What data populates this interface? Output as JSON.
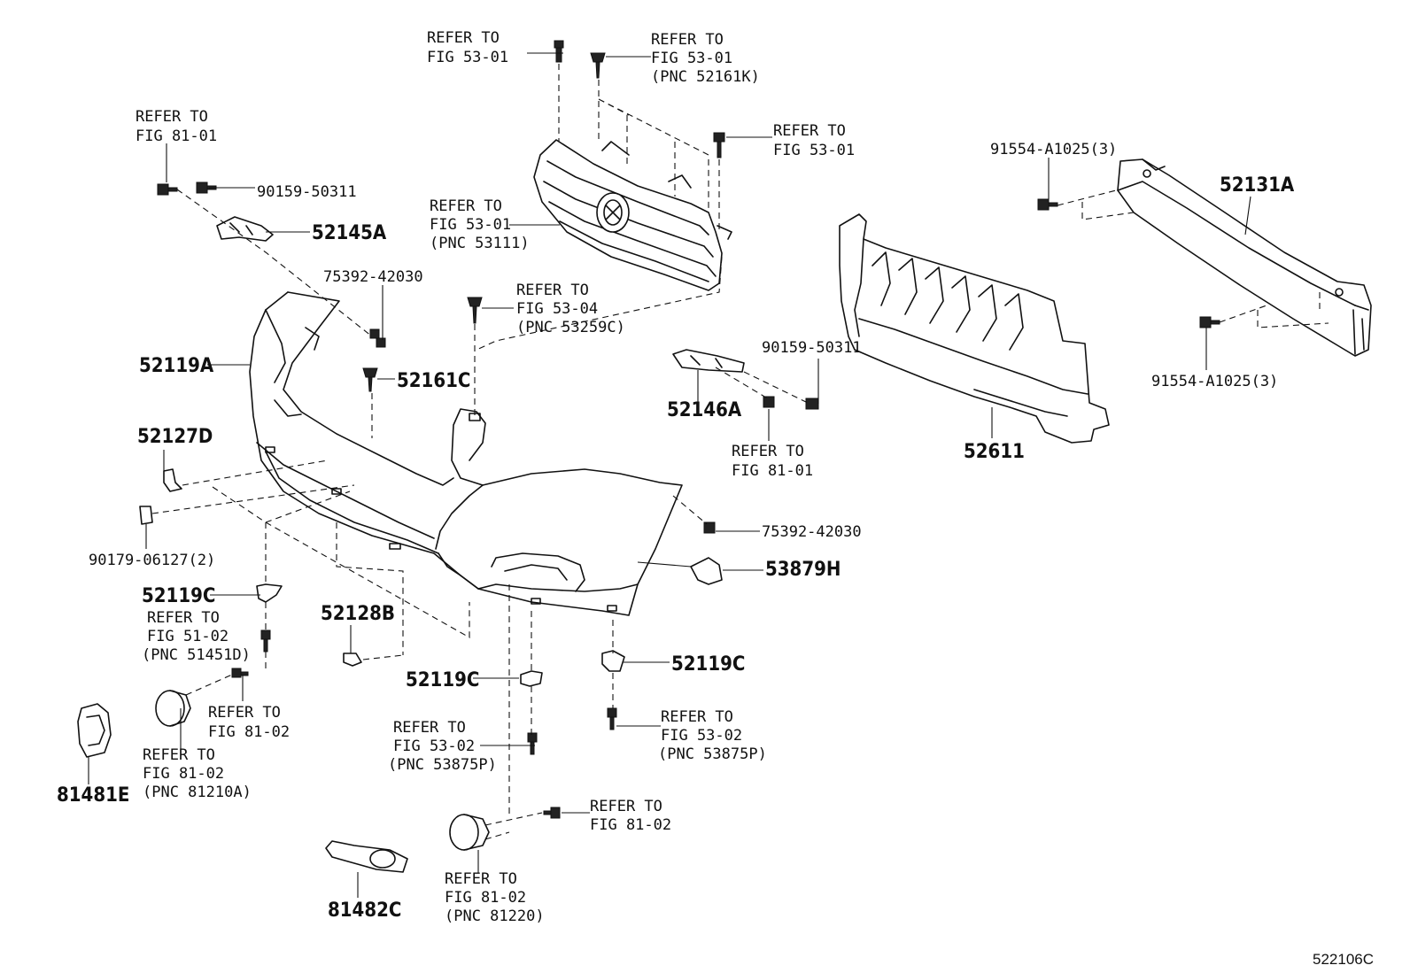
{
  "figure_id": "522106C",
  "refer_labels": [
    {
      "id": "r1",
      "lines": [
        "REFER TO",
        "FIG 53-01"
      ]
    },
    {
      "id": "r2",
      "lines": [
        "REFER TO",
        "FIG 53-01",
        "(PNC 52161K)"
      ]
    },
    {
      "id": "r3",
      "lines": [
        "REFER TO",
        "FIG 81-01"
      ]
    },
    {
      "id": "r4",
      "lines": [
        "REFER TO",
        "FIG 53-01"
      ]
    },
    {
      "id": "r5",
      "lines": [
        "REFER TO",
        "FIG 53-01",
        "(PNC 53111)"
      ]
    },
    {
      "id": "r6",
      "lines": [
        "REFER TO",
        "FIG 53-04",
        "(PNC 53259C)"
      ]
    },
    {
      "id": "r7",
      "lines": [
        "REFER TO",
        "FIG 81-01"
      ]
    },
    {
      "id": "r8",
      "lines": [
        "REFER TO",
        "FIG 51-02",
        "(PNC 51451D)"
      ]
    },
    {
      "id": "r9",
      "lines": [
        "REFER TO",
        "FIG 81-02"
      ]
    },
    {
      "id": "r10",
      "lines": [
        "REFER TO",
        "FIG 81-02",
        "(PNC 81210A)"
      ]
    },
    {
      "id": "r11",
      "lines": [
        "REFER TO",
        "FIG 53-02",
        "(PNC 53875P)"
      ]
    },
    {
      "id": "r12",
      "lines": [
        "REFER TO",
        "FIG 53-02",
        "(PNC 53875P)"
      ]
    },
    {
      "id": "r13",
      "lines": [
        "REFER TO",
        "FIG 81-02"
      ]
    },
    {
      "id": "r14",
      "lines": [
        "REFER TO",
        "FIG 81-02",
        "(PNC 81220)"
      ]
    }
  ],
  "part_numbers": {
    "p52145A": "52145A",
    "p52119A": "52119A",
    "p52161C": "52161C",
    "p52127D": "52127D",
    "p52119C_a": "52119C",
    "p52119C_b": "52119C",
    "p52119C_c": "52119C",
    "p52128B": "52128B",
    "p81481E": "81481E",
    "p81482C": "81482C",
    "p52146A": "52146A",
    "p52611": "52611",
    "p52131A": "52131A",
    "p53879H": "53879H"
  },
  "fastener_numbers": {
    "f90159_a": "90159-50311",
    "f90159_b": "90159-50311",
    "f75392_a": "75392-42030",
    "f75392_b": "75392-42030",
    "f90179": "90179-06127(2)",
    "f91554_a": "91554-A1025(3)",
    "f91554_b": "91554-A1025(3)"
  }
}
